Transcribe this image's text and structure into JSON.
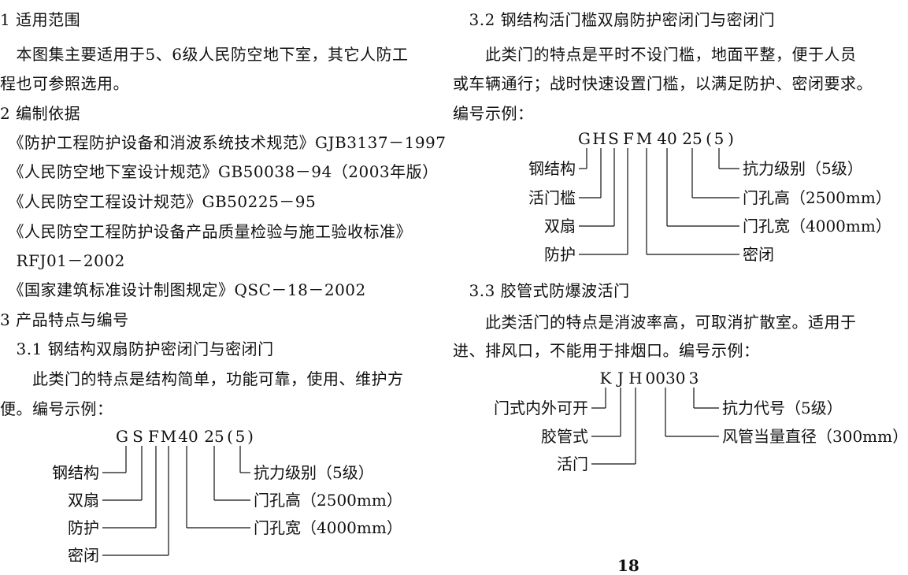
{
  "left": {
    "lines": [
      "1 适用范围",
      "　本图集主要适用于5、6级人民防空地下室，其它人防工",
      "程也可参照选用。",
      "2 编制依据",
      "　《防护工程防护设备和消波系统技术规范》GJB3137－1997",
      "　《人民防空地下室设计规范》GB50038－94（2003年版）",
      "　《人民防空工程设计规范》GB50225－95",
      "　《人民防空工程防护设备产品质量检验与施工验收标准》",
      "　RFJ01－2002",
      "　《国家建筑标准设计制图规定》QSC－18－2002",
      "3 产品特点与编号",
      "　3.1 钢结构双扇防护密闭门与密闭门",
      "　　此类门的特点是结构简单，功能可靠，使用、维护方",
      "便。编号示例："
    ],
    "diagram": {
      "code": [
        "G",
        "S",
        "F",
        "M",
        "40",
        "25",
        "(",
        "5",
        ")"
      ],
      "left_labels": [
        "钢结构",
        "双扇",
        "防护",
        "密闭"
      ],
      "right_labels": [
        "抗力级别（5级）",
        "门孔高（2500mm）",
        "门孔宽（4000mm）"
      ]
    }
  },
  "right": {
    "lines": [
      "　3.2 钢结构活门槛双扇防护密闭门与密闭门",
      "　　此类门的特点是平时不设门槛，地面平整，便于人员",
      "或车辆通行；战时快速设置门槛，以满足防护、密闭要求。",
      "编号示例："
    ],
    "diagram1": {
      "code": [
        "G",
        "H",
        "S",
        "F",
        "M",
        "40",
        "25",
        "(",
        "5",
        ")"
      ],
      "left_labels": [
        "钢结构",
        "活门槛",
        "双扇",
        "防护"
      ],
      "right_labels": [
        "抗力级别（5级）",
        "门孔高（2500mm）",
        "门孔宽（4000mm）",
        "密闭"
      ]
    },
    "lines2": [
      "　3.3 胶管式防爆波活门",
      "　　此类活门的特点是消波率高，可取消扩散室。适用于",
      "进、排风口，不能用于排烟口。编号示例："
    ],
    "diagram2": {
      "code": [
        "K",
        "J",
        "H",
        "0030",
        "3"
      ],
      "left_labels": [
        "门式内外可开",
        "胶管式",
        "活门"
      ],
      "right_labels": [
        "抗力代号（5级）",
        "风管当量直径（300mm）"
      ]
    }
  },
  "page_number": "18"
}
